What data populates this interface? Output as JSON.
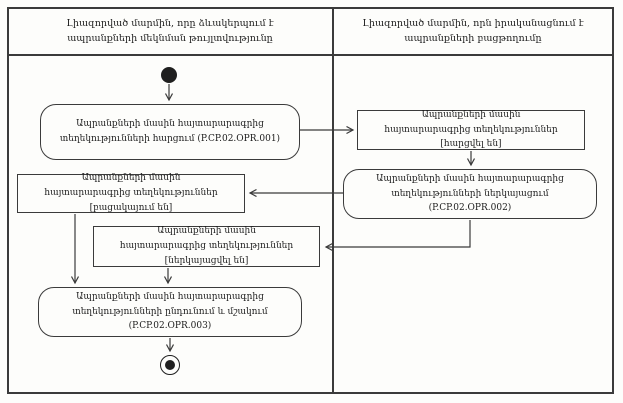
{
  "diagram": {
    "type": "uml-activity-swimlane",
    "colors": {
      "line": "#3b3b3b",
      "text": "#1c1c1c",
      "background": "#fdfdfb"
    },
    "lanes": [
      {
        "title": "Լիազորված մարմին, որը ձևակերպում է ապրանքների մեկնման թույլտվությունը"
      },
      {
        "title": "Լիազորված մարմին, որն իրականացնում է ապրանքների բացթողումը"
      }
    ],
    "nodes": {
      "start": {
        "type": "initial-node"
      },
      "a1": {
        "type": "activity",
        "label": "Ապրանքների մասին հայտարարագրից տեղեկությունների հարցում (P.CP.02.OPR.001)"
      },
      "r1": {
        "type": "object",
        "label": "Ապրանքների մասին հայտարարագրից տեղեկություններ [հարցվել են]"
      },
      "a2": {
        "type": "activity",
        "label": "Ապրանքների մասին հայտարարագրից տեղեկությունների ներկայացում (P.CP.02.OPR.002)"
      },
      "r2": {
        "type": "object",
        "label": "Ապրանքների մասին հայտարարագրից տեղեկություններ [բացակայում են]"
      },
      "r3": {
        "type": "object",
        "label": "Ապրանքների մասին հայտարարագրից տեղեկություններ [ներկայացվել են]"
      },
      "a3": {
        "type": "activity",
        "label": "Ապրանքների մասին հայտարարագրից տեղեկությունների ընդունում և մշակում (P.CP.02.OPR.003)"
      },
      "end": {
        "type": "final-node"
      }
    },
    "edges": [
      {
        "from": "start",
        "to": "a1"
      },
      {
        "from": "a1",
        "to": "r1"
      },
      {
        "from": "r1",
        "to": "a2"
      },
      {
        "from": "a2",
        "to": "r2"
      },
      {
        "from": "a2",
        "to": "r3"
      },
      {
        "from": "r2",
        "to": "a3"
      },
      {
        "from": "r3",
        "to": "a3"
      },
      {
        "from": "a3",
        "to": "end"
      }
    ]
  }
}
